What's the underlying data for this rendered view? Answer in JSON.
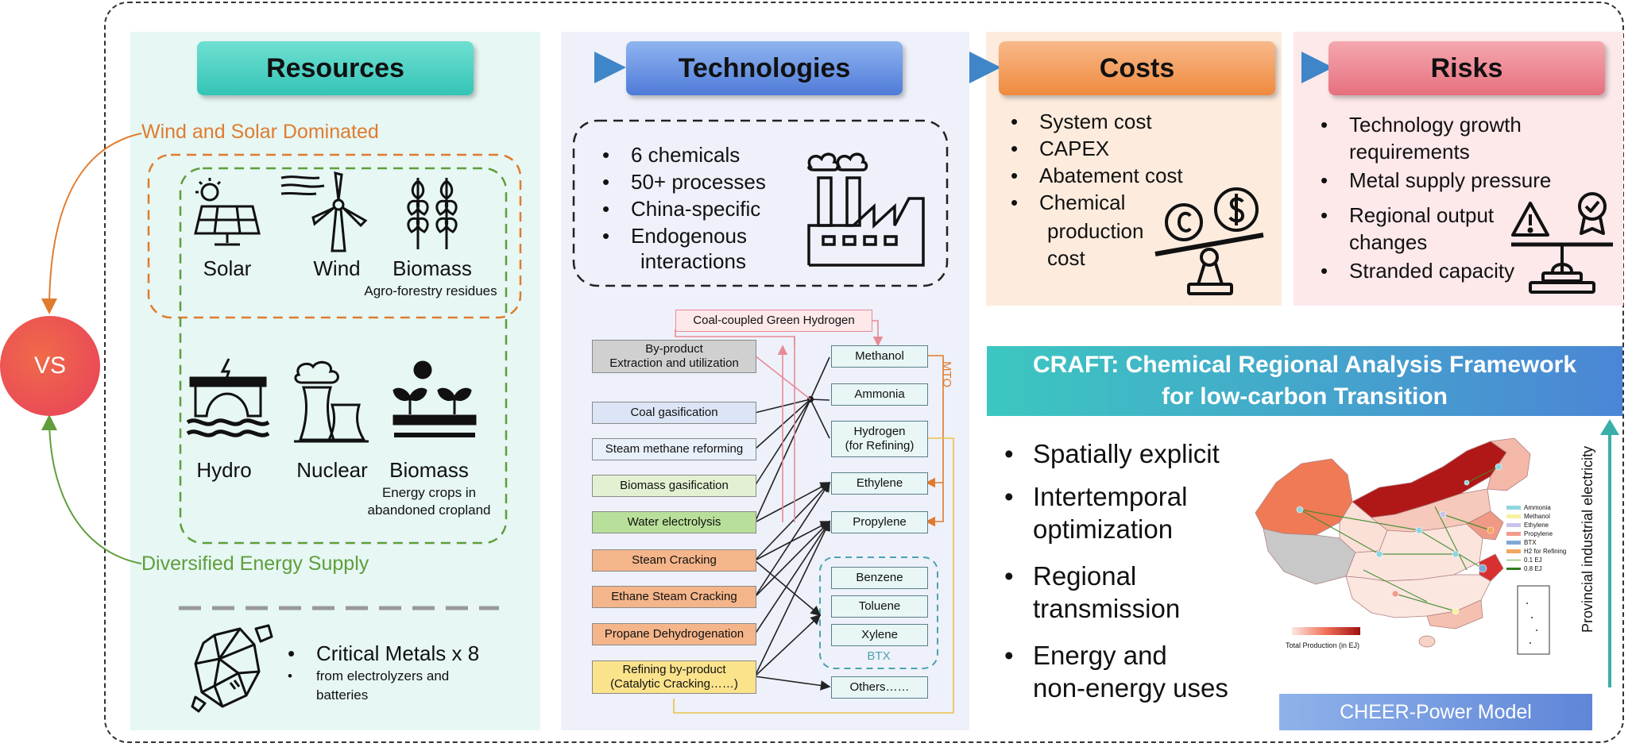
{
  "vs_label": "VS",
  "resources": {
    "title": "Resources",
    "wind_solar_label": "Wind and Solar Dominated",
    "diversified_label": "Diversified Energy Supply",
    "items_top": [
      {
        "name": "Solar",
        "icon": "solar-panel-icon"
      },
      {
        "name": "Wind",
        "icon": "wind-turbine-icon"
      },
      {
        "name": "Biomass",
        "icon": "wheat-icon"
      }
    ],
    "biomass_top_sub": "Agro-forestry residues",
    "items_bottom": [
      {
        "name": "Hydro",
        "icon": "hydro-dam-icon"
      },
      {
        "name": "Nuclear",
        "icon": "nuclear-plant-icon"
      },
      {
        "name": "Biomass",
        "icon": "sprout-icon"
      }
    ],
    "biomass_bottom_sub1": "Energy crops in",
    "biomass_bottom_sub2": "abandoned cropland",
    "metals_title": "Critical Metals x 8",
    "metals_sub1": "from electrolyzers and",
    "metals_sub2": "batteries"
  },
  "technologies": {
    "title": "Technologies",
    "bullets": [
      "6 chemicals",
      "50+ processes",
      "China-specific",
      "Endogenous",
      "interactions"
    ],
    "coal_coupled": "Coal-coupled Green Hydrogen",
    "inputs": [
      {
        "l1": "By-product",
        "l2": "Extraction and utilization"
      },
      {
        "l1": "Coal gasification",
        "l2": ""
      },
      {
        "l1": "Steam methane reforming",
        "l2": ""
      },
      {
        "l1": "Biomass gasification",
        "l2": ""
      },
      {
        "l1": "Water electrolysis",
        "l2": ""
      },
      {
        "l1": "Steam Cracking",
        "l2": ""
      },
      {
        "l1": "Ethane Steam Cracking",
        "l2": ""
      },
      {
        "l1": "Propane Dehydrogenation",
        "l2": ""
      },
      {
        "l1": "Refining by-product",
        "l2": "(Catalytic Cracking……)"
      }
    ],
    "products": [
      {
        "l1": "Methanol",
        "l2": ""
      },
      {
        "l1": "Ammonia",
        "l2": ""
      },
      {
        "l1": "Hydrogen",
        "l2": "(for Refining)"
      },
      {
        "l1": "Ethylene",
        "l2": ""
      },
      {
        "l1": "Propylene",
        "l2": ""
      },
      {
        "l1": "Benzene",
        "l2": ""
      },
      {
        "l1": "Toluene",
        "l2": ""
      },
      {
        "l1": "Xylene",
        "l2": ""
      },
      {
        "l1": "Others……",
        "l2": ""
      }
    ],
    "btx_label": "BTX",
    "mto_label": "MTO"
  },
  "costs": {
    "title": "Costs",
    "bullets": [
      "System cost",
      "CAPEX",
      "Abatement cost",
      "Chemical",
      "production",
      "cost"
    ]
  },
  "risks": {
    "title": "Risks",
    "bullets": [
      "Technology growth",
      "requirements",
      "Metal supply pressure",
      "Regional output",
      "changes",
      "Stranded capacity"
    ]
  },
  "craft": {
    "title1": "CRAFT:  Chemical Regional Analysis Framework",
    "title2": "for low-carbon Transition",
    "bullets": [
      "Spatially explicit",
      "Intertemporal",
      "optimization",
      "Regional",
      "transmission",
      "Energy and",
      "non-energy uses"
    ],
    "legend": [
      {
        "label": "Ammonia",
        "color": "#8fd6e0"
      },
      {
        "label": "Methanol",
        "color": "#f7f1a0"
      },
      {
        "label": "Ethylene",
        "color": "#c9c4ec"
      },
      {
        "label": "Propylene",
        "color": "#f39a8c"
      },
      {
        "label": "BTX",
        "color": "#7fa8d6"
      },
      {
        "label": "H2 for Refining",
        "color": "#f2a65a"
      },
      {
        "label": "0.1 EJ",
        "color": "#6fae4a"
      },
      {
        "label": "0.8 EJ",
        "color": "#2e7d1f"
      }
    ],
    "colorbar_label": "Total Production (in EJ)",
    "axis_label": "Provincial industrial electricity",
    "model_label": "CHEER-Power Model"
  }
}
